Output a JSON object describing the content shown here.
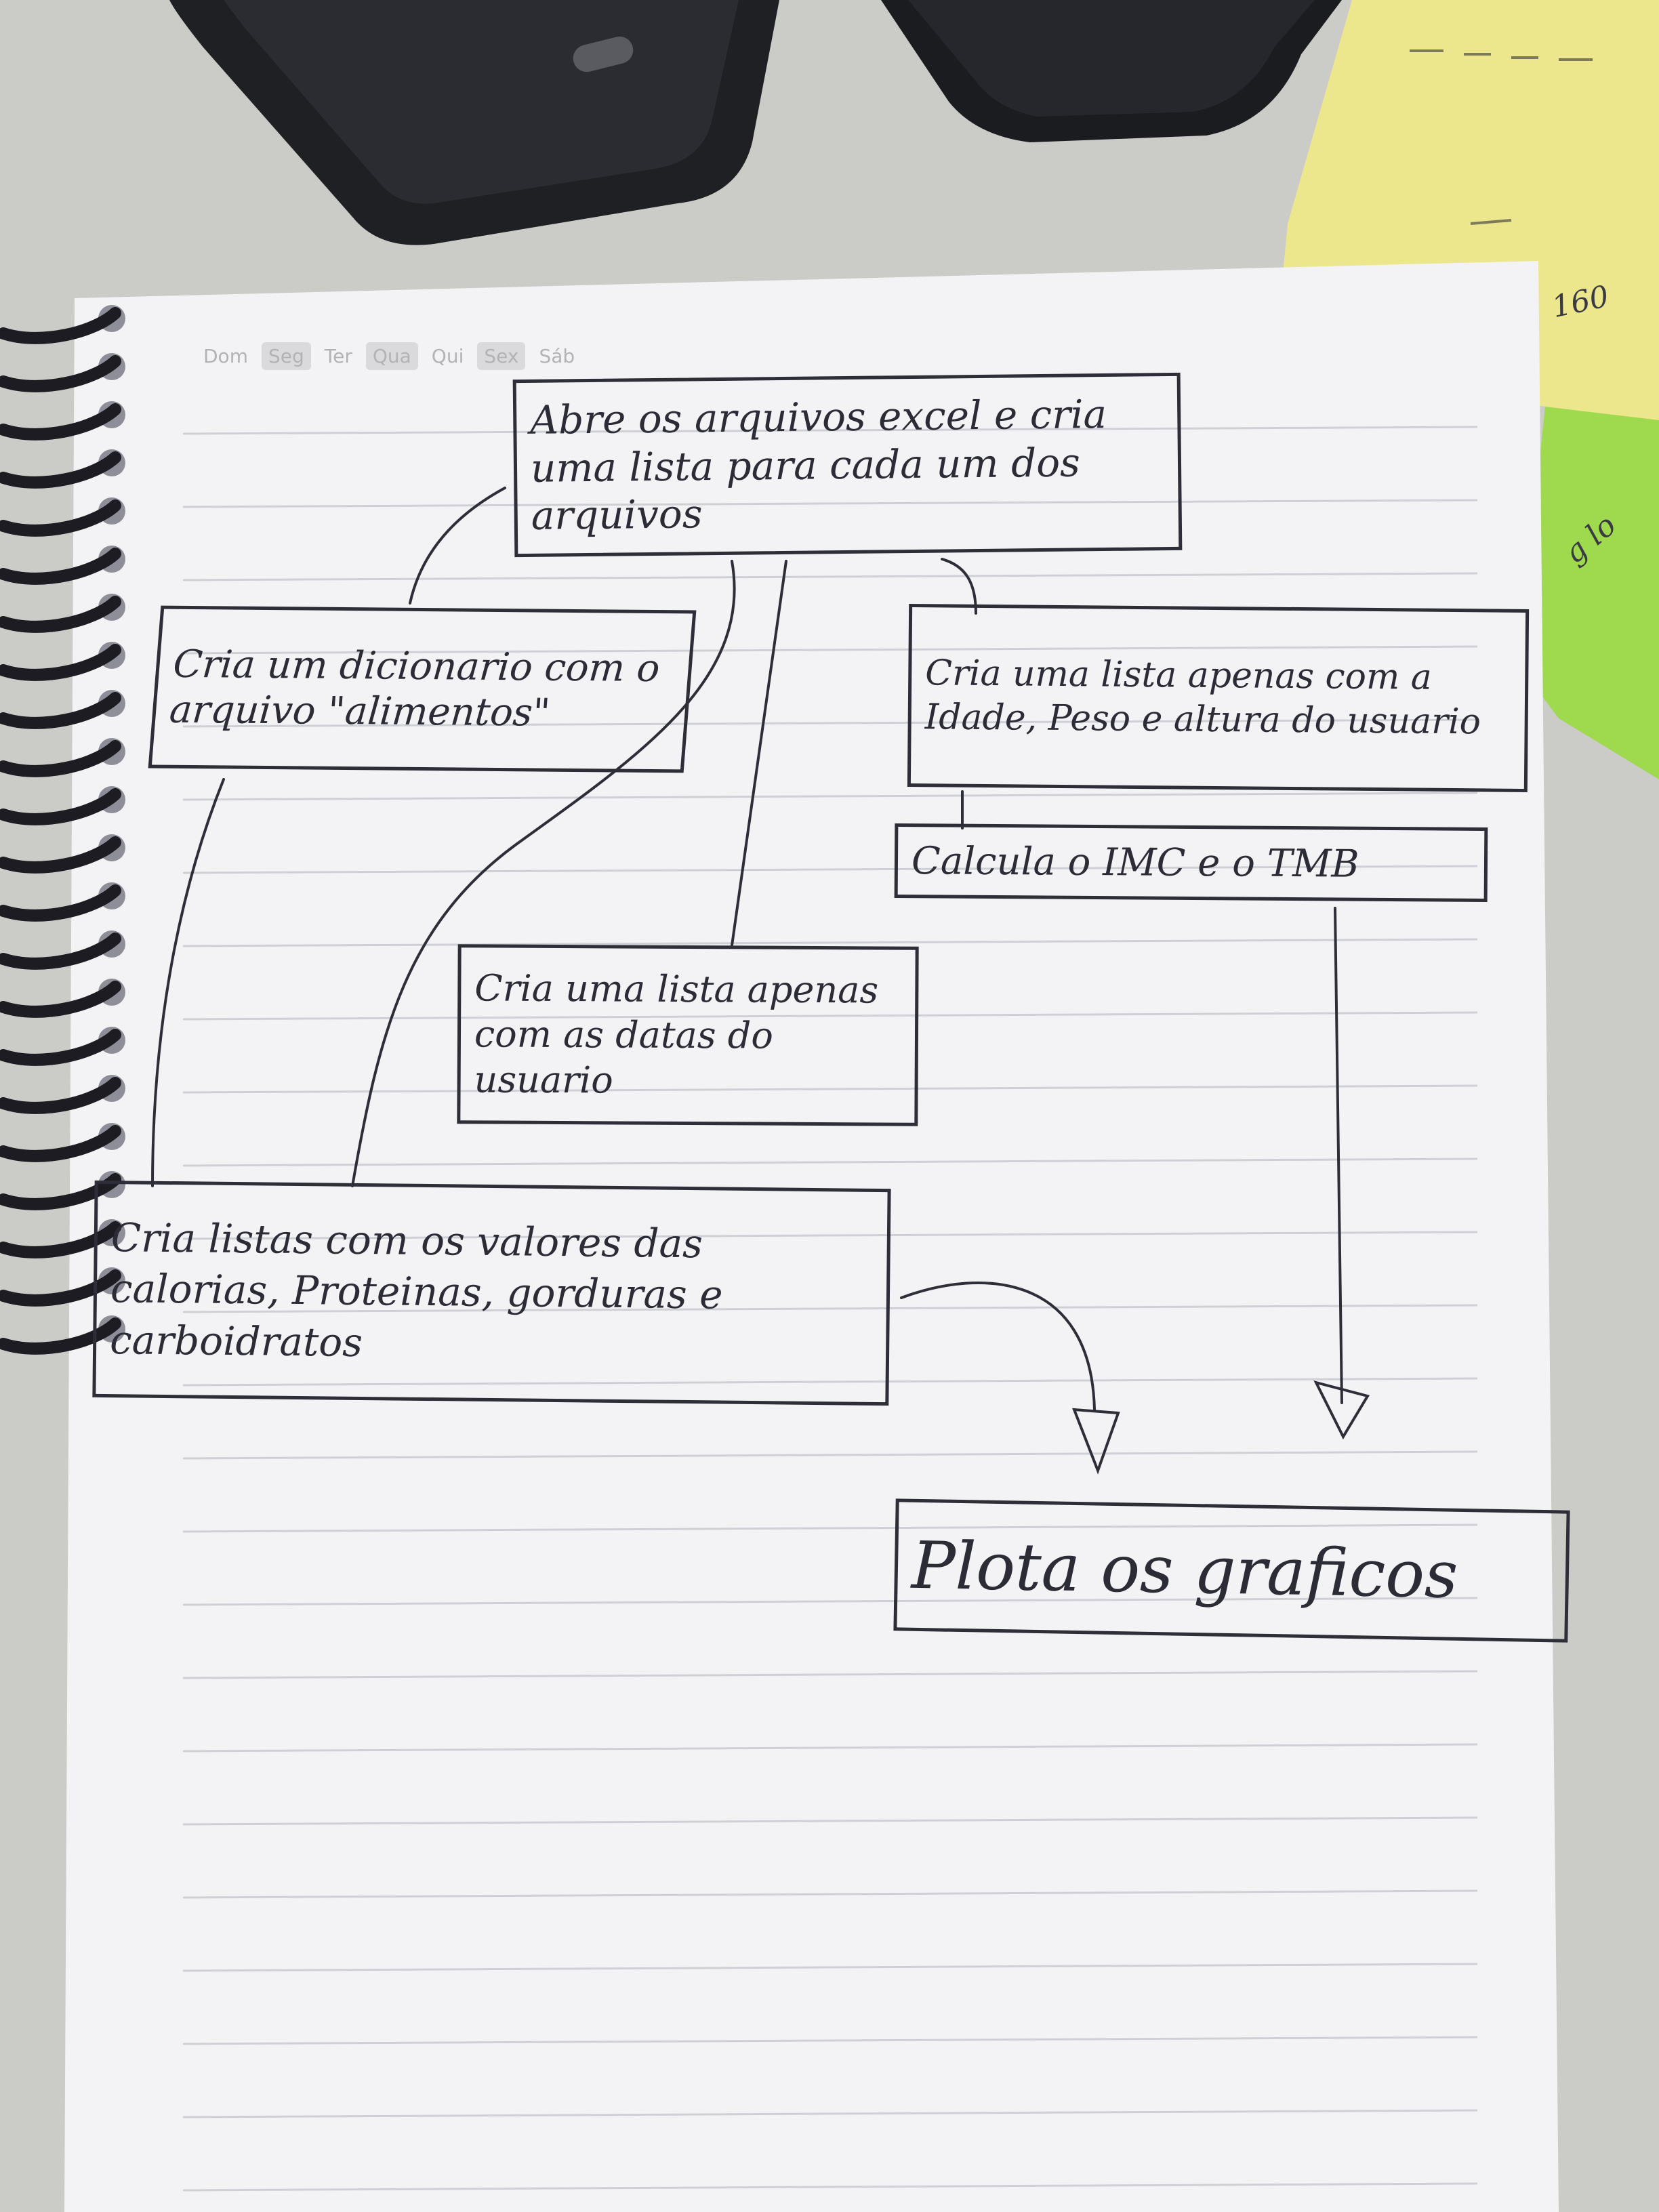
{
  "diagram": {
    "weekdays": [
      {
        "label": "Dom",
        "highlighted": false
      },
      {
        "label": "Seg",
        "highlighted": true
      },
      {
        "label": "Ter",
        "highlighted": false
      },
      {
        "label": "Qua",
        "highlighted": true
      },
      {
        "label": "Qui",
        "highlighted": false
      },
      {
        "label": "Sex",
        "highlighted": true
      },
      {
        "label": "Sáb",
        "highlighted": false
      }
    ],
    "nodes": {
      "abre": "Abre os arquivos excel e cria uma lista para cada um dos arquivos",
      "dicionario": "Cria um dicionario com o arquivo \"alimentos\"",
      "lista_idade": "Cria uma lista apenas com a Idade, Peso e altura do usuario",
      "calcula": "Calcula o IMC e o TMB",
      "lista_datas": "Cria uma lista apenas com as datas do usuario",
      "listas_valores": "Cria listas com os valores das calorias, Proteinas, gorduras e carboidratos",
      "plota": "Plota os graficos"
    },
    "sticky_notes": {
      "yellow_fragment": "160",
      "green_fragment": "g lo"
    },
    "colors": {
      "ink": "#2e2e38",
      "paper": "#f4f4f6",
      "yellow_note": "#ece58a",
      "green_note": "#9fd94e",
      "spiral": "#1c1c22"
    }
  }
}
